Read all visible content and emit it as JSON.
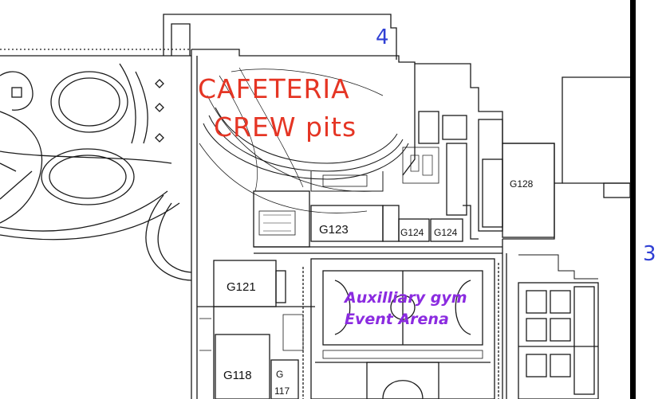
{
  "annotations": {
    "cafeteria_line1": "CAFETERIA",
    "cafeteria_line2": "CREW pits",
    "gym_line1": "Auxilliary gym",
    "gym_line2": "Event Arena",
    "marker_top": "4",
    "marker_right": "3"
  },
  "rooms": {
    "g123": "G123",
    "g124a": "G124",
    "g124b": "G124",
    "g128": "G128",
    "g121": "G121",
    "g118": "G118",
    "g117_line1": "G",
    "g117_line2": "117"
  },
  "colors": {
    "wall": "#1a1a1a",
    "annotation_red": "#e53524",
    "annotation_purple": "#8b2be0",
    "annotation_blue": "#2f3fd4"
  }
}
